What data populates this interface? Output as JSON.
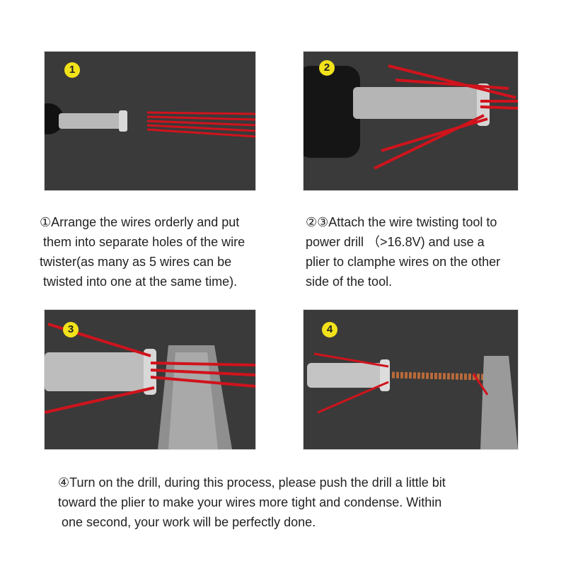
{
  "steps": [
    {
      "badge": "1",
      "lines": [
        "①Arrange the wires orderly and put",
        " them into separate holes of the wire",
        "twister(as many as 5 wires can be",
        " twisted into one at the same time)."
      ]
    },
    {
      "badge": "2",
      "lines": [
        "②③Attach the wire twisting tool to",
        "power drill （>16.8V) and use a",
        "plier to clamphe wires on the other",
        "side of the tool."
      ]
    },
    {
      "badge": "3"
    },
    {
      "badge": "4",
      "lines": [
        "④Turn on the drill, during this process, please push the drill a little bit",
        "toward the plier to make your wires more tight and condense. Within",
        " one second, your work will be perfectly done."
      ]
    }
  ],
  "colors": {
    "wire": "#d0131c",
    "background": "#3a3a3a",
    "badge": "#f2e21a"
  }
}
